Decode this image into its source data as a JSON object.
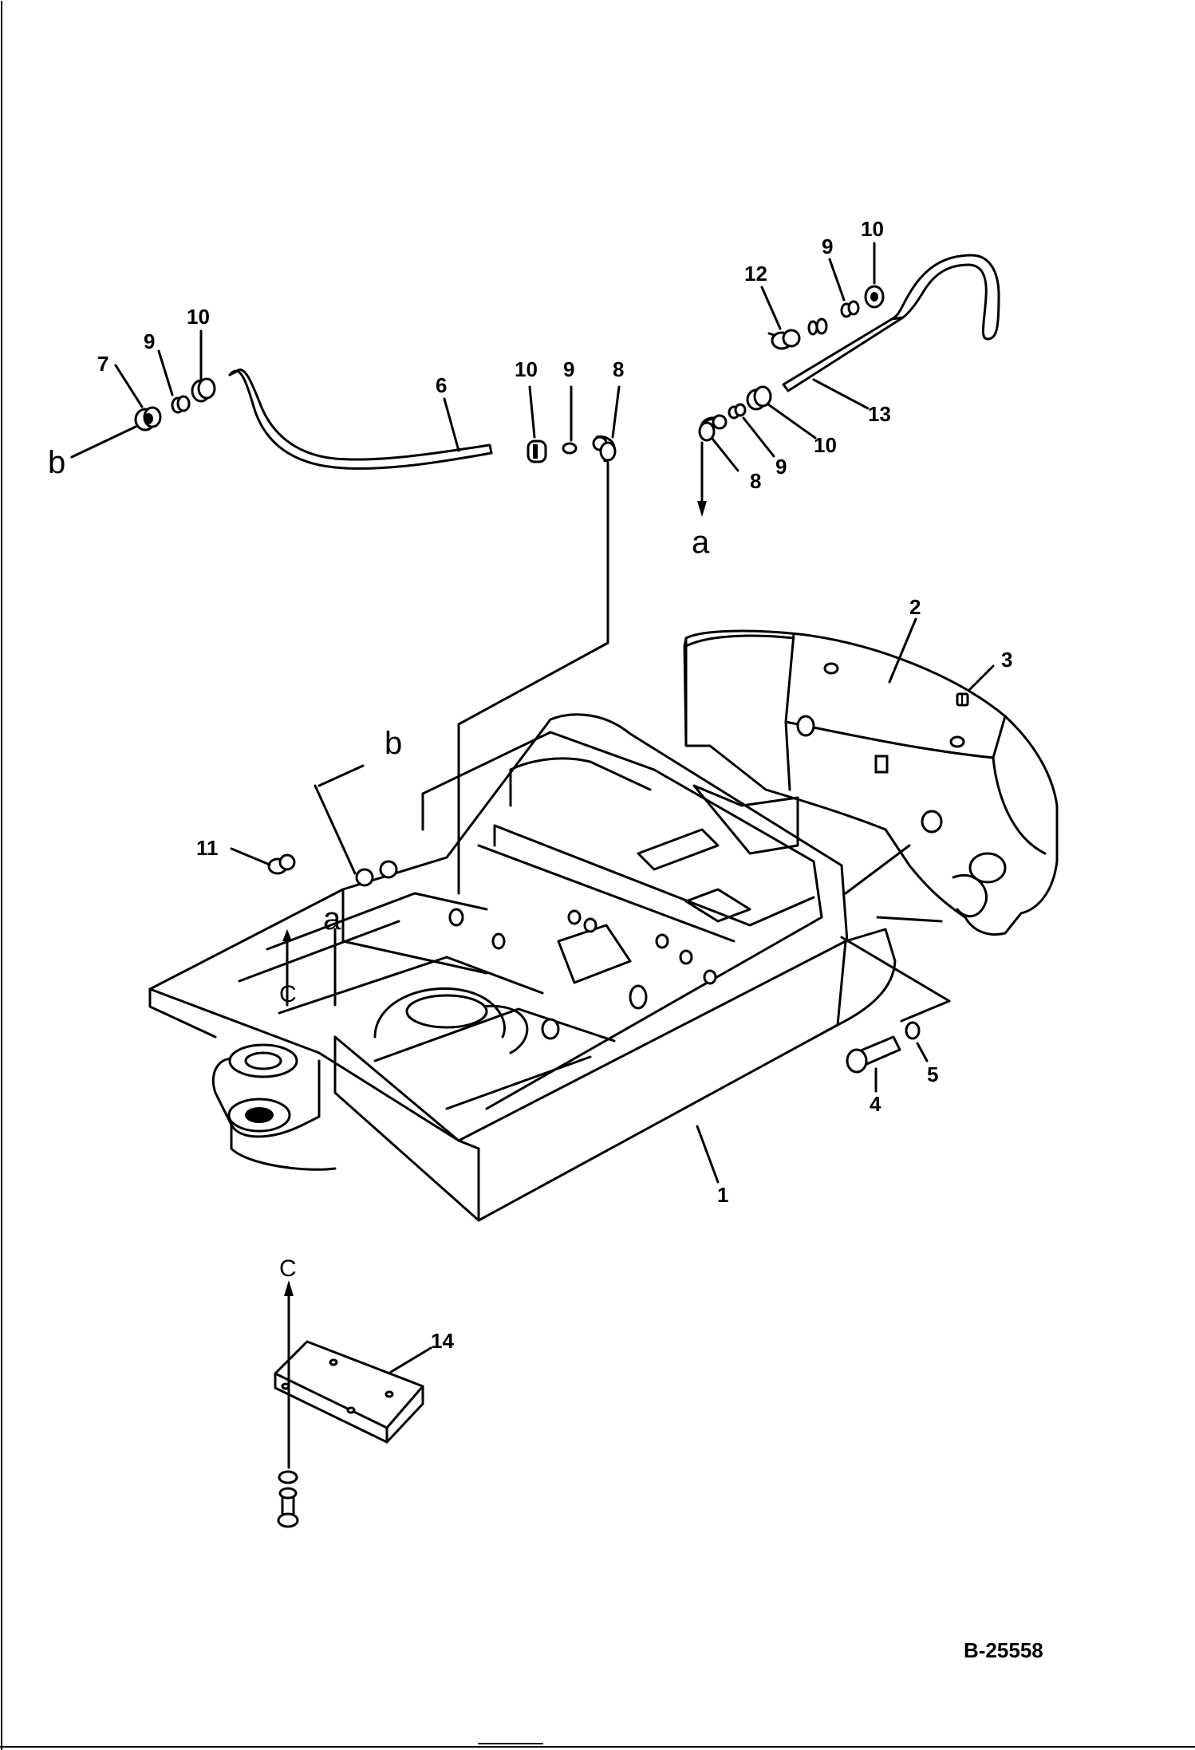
{
  "document_id": "B-25558",
  "callouts": {
    "c1": "1",
    "c2": "2",
    "c3": "3",
    "c4": "4",
    "c5": "5",
    "c6": "6",
    "c7": "7",
    "c8a": "8",
    "c8b": "8",
    "c9a": "9",
    "c9b": "9",
    "c9c": "9",
    "c9d": "9",
    "c10a": "10",
    "c10b": "10",
    "c10c": "10",
    "c10d": "10",
    "c11": "11",
    "c12": "12",
    "c13": "13",
    "c14": "14"
  },
  "refs": {
    "a_top": "a",
    "a_frame": "a",
    "b_left": "b",
    "b_frame": "b",
    "c_frame": "C",
    "c_bottom": "C"
  }
}
